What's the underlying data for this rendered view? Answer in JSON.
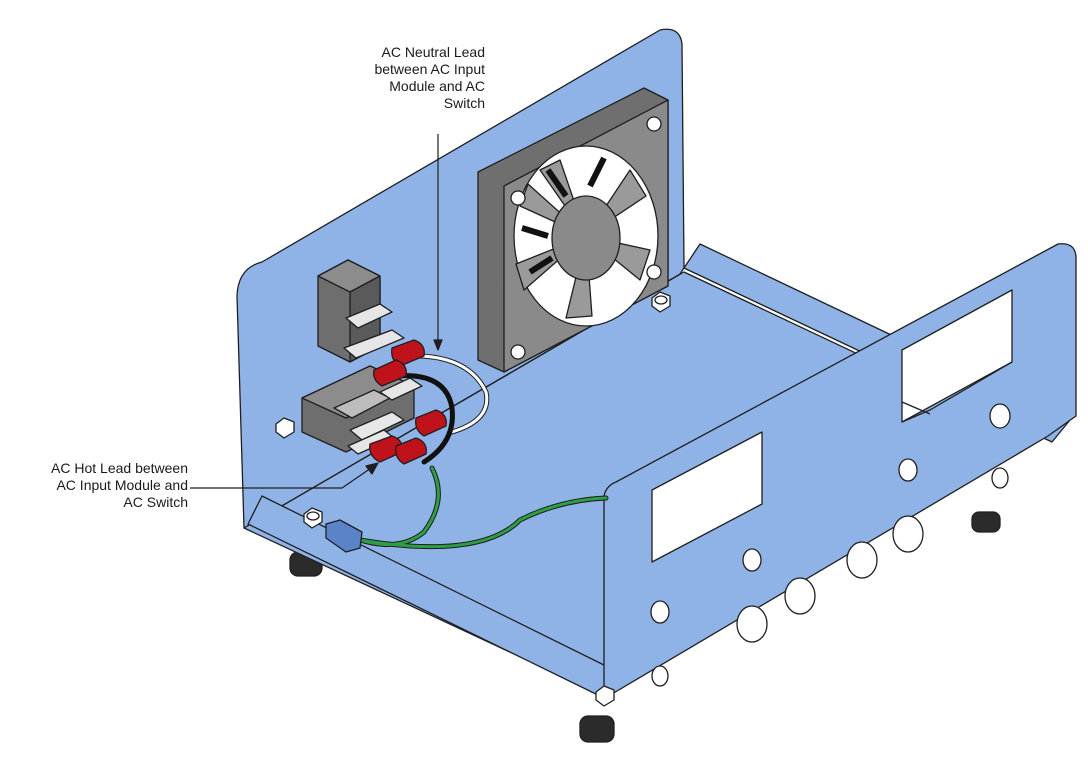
{
  "callouts": {
    "neutral": "AC Neutral Lead\nbetween AC Input\nModule and AC\nSwitch",
    "hot": "AC Hot Lead between\nAC Input Module and\nAC Switch"
  },
  "colors": {
    "chassis": "#8fb3e6",
    "chassis_edge": "#1f1f1f",
    "fan_body": "#7f7f7f",
    "module_body": "#6e6e6e",
    "terminal_red": "#c0121a",
    "neutral_wire": "#ffffff",
    "hot_wire": "#111111",
    "ground_wire": "#2e9e44",
    "ground_sleeve": "#5b84c8",
    "feet": "#2b2b2b"
  },
  "components": [
    "ac-input-module",
    "ac-switch",
    "cooling-fan",
    "ground-wire",
    "chassis",
    "rubber-feet"
  ]
}
